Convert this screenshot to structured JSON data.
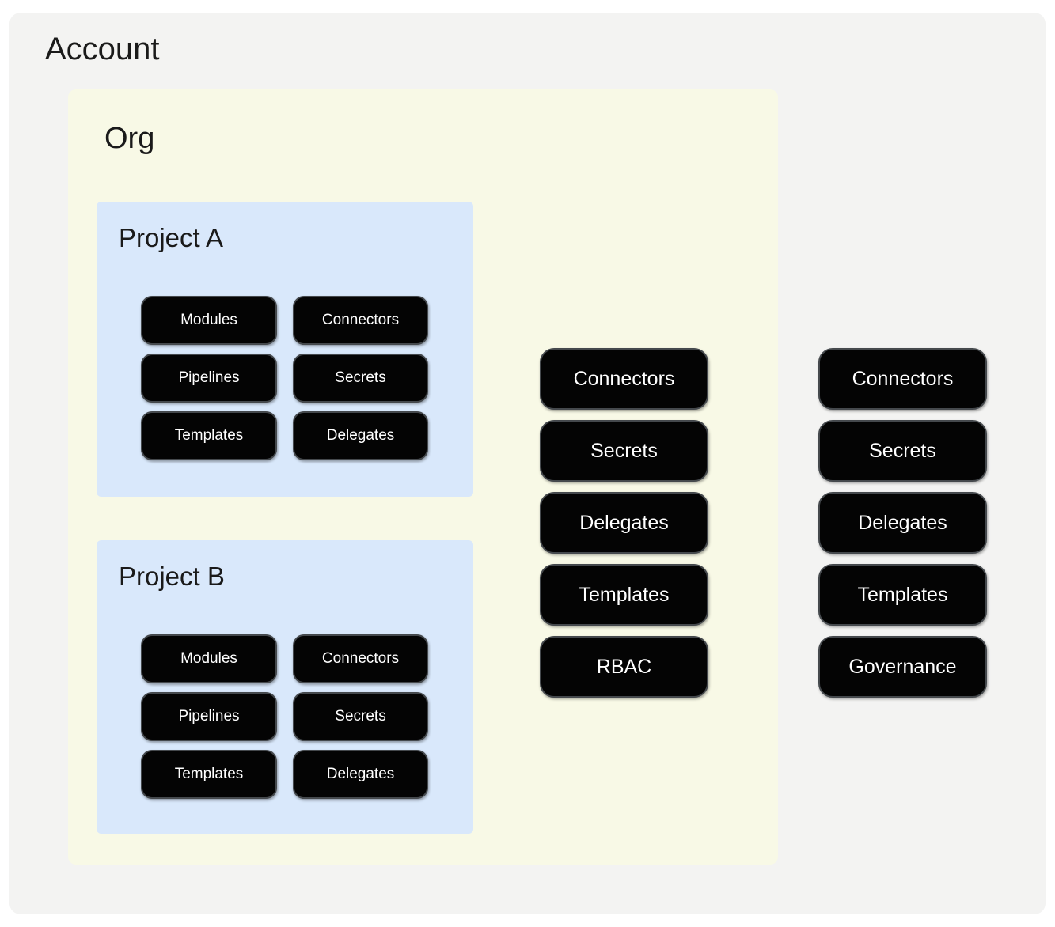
{
  "palette": {
    "page_bg": "#ffffff",
    "account_bg": "#f3f3f2",
    "org_bg": "#f8f9e6",
    "project_bg": "#d9e8fb",
    "node_bg": "#040404",
    "node_border": "#45494d",
    "node_text": "#ffffff",
    "title_text": "#1a1a1a"
  },
  "diagram": {
    "account": {
      "title": "Account",
      "buttons": [
        "Connectors",
        "Secrets",
        "Delegates",
        "Templates",
        "Governance"
      ]
    },
    "org": {
      "title": "Org",
      "buttons": [
        "Connectors",
        "Secrets",
        "Delegates",
        "Templates",
        "RBAC"
      ],
      "projects": [
        {
          "title": "Project A",
          "buttons": [
            "Modules",
            "Connectors",
            "Pipelines",
            "Secrets",
            "Templates",
            "Delegates"
          ]
        },
        {
          "title": "Project B",
          "buttons": [
            "Modules",
            "Connectors",
            "Pipelines",
            "Secrets",
            "Templates",
            "Delegates"
          ]
        }
      ]
    }
  }
}
